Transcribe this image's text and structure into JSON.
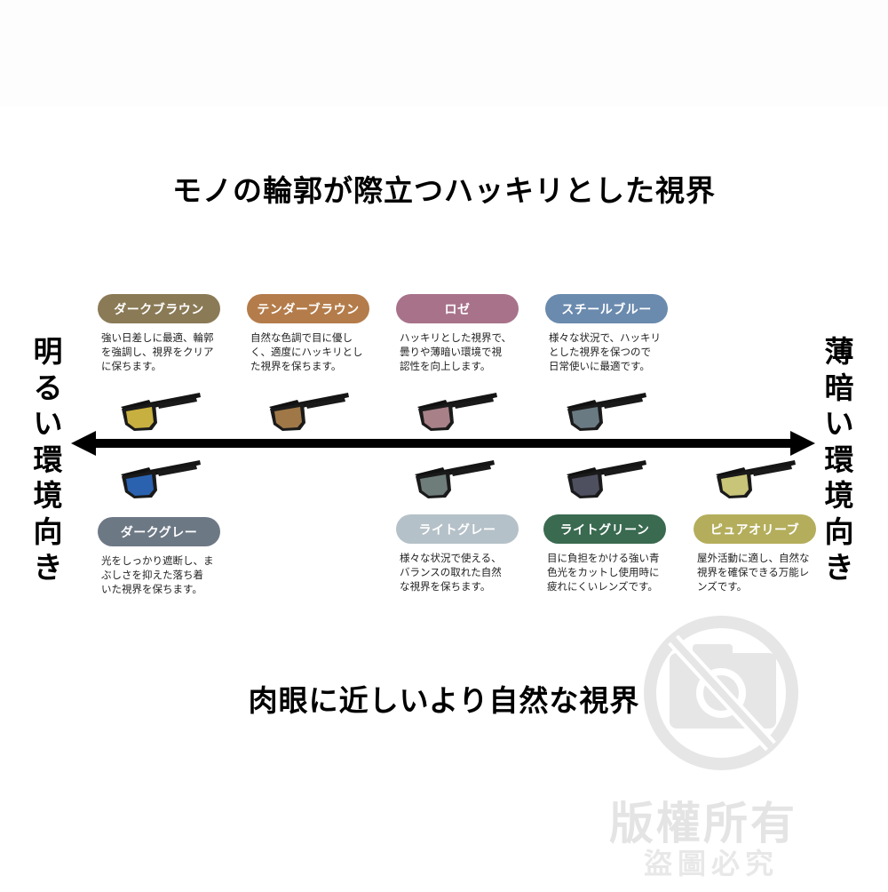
{
  "headings": {
    "top": "モノの輪郭が際立つハッキリとした視界",
    "bottom": "肉眼に近しいより自然な視界"
  },
  "axis": {
    "left_label": [
      "明",
      "る",
      "い",
      "環",
      "境",
      "向",
      "き"
    ],
    "right_label": [
      "薄",
      "暗",
      "い",
      "環",
      "境",
      "向",
      "き"
    ]
  },
  "lenses": {
    "dark_brown": {
      "name": "ダークブラウン",
      "color": "#8a7a56",
      "lens_color": "#c8b040",
      "description": "強い日差しに最適、輪郭\nを強調し、視界をクリア\nに保ちます。"
    },
    "tender_brown": {
      "name": "テンダーブラウン",
      "color": "#b47c4a",
      "lens_color": "#a07848",
      "description": "自然な色調で目に優し\nく、適度にハッキリとし\nた視界を保ちます。"
    },
    "rose": {
      "name": "ロゼ",
      "color": "#a8728a",
      "lens_color": "#a88088",
      "description": "ハッキリとした視界で、\n曇りや薄暗い環境で視\n認性を向上します。"
    },
    "steel_blue": {
      "name": "スチールブルー",
      "color": "#6a8aae",
      "lens_color": "#6a7a82",
      "description": "様々な状況で、ハッキリ\nとした視界を保つので\n日常使いに最適です。"
    },
    "dark_gray": {
      "name": "ダークグレー",
      "color": "#6d7885",
      "lens_color": "#2a62b0",
      "description": "光をしっかり遮断し、ま\nぶしさを抑えた落ち着\nいた視界を保ちます。"
    },
    "light_gray": {
      "name": "ライトグレー",
      "color": "#b5c1c8",
      "lens_color": "#6e7c7a",
      "description": "様々な状況で使える、\nバランスの取れた自然\nな視界を保ちます。"
    },
    "light_green": {
      "name": "ライトグリーン",
      "color": "#3a6a50",
      "lens_color": "#4e5060",
      "description": "目に負担をかける強い青\n色光をカットし使用時に\n疲れにくいレンズです。"
    },
    "pure_olive": {
      "name": "ピュアオリーブ",
      "color": "#b4ae5c",
      "lens_color": "#c8c478",
      "description": "屋外活動に適し、自然な\n視界を確保できる万能レ\nンズです。"
    }
  },
  "watermark": {
    "icon": "no-camera-icon",
    "line1": "版權所有",
    "line2": "盜圖必究"
  }
}
